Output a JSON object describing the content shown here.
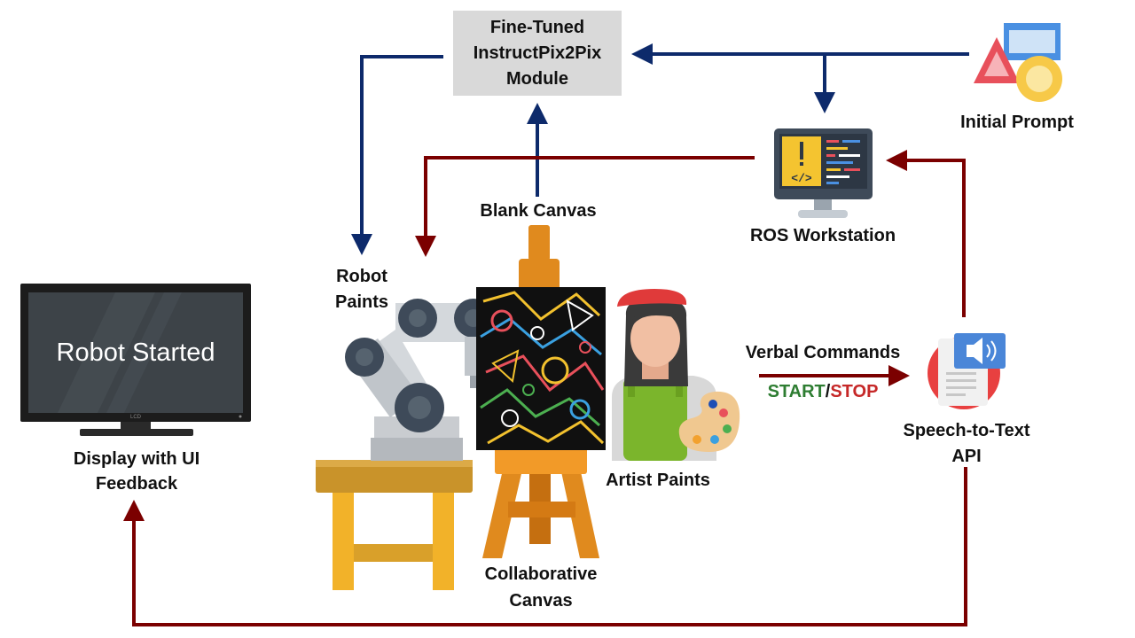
{
  "module": {
    "line1": "Fine-Tuned",
    "line2": "InstructPix2Pix",
    "line3": "Module"
  },
  "labels": {
    "initial_prompt": "Initial Prompt",
    "ros_workstation": "ROS Workstation",
    "blank_canvas": "Blank Canvas",
    "robot_paints_1": "Robot",
    "robot_paints_2": "Paints",
    "verbal_commands": "Verbal Commands",
    "start": "START",
    "slash": "/",
    "stop": "STOP",
    "speech_1": "Speech-to-Text",
    "speech_2": "API",
    "artist_paints": "Artist Paints",
    "collab_1": "Collaborative",
    "collab_2": "Canvas",
    "display_1": "Display with UI",
    "display_2": "Feedback"
  },
  "screen": {
    "text": "Robot Started",
    "brand": "LCD"
  },
  "colors": {
    "navy_arrow": "#0d2a6b",
    "red_arrow": "#7b0000",
    "start": "#2e7d32",
    "stop": "#c62828"
  },
  "icons": [
    "shapes-icon",
    "workstation-icon",
    "monitor-icon",
    "robot-arm-icon",
    "easel-icon",
    "painting-icon",
    "artist-icon",
    "palette-icon",
    "speech-to-text-icon",
    "stool-icon"
  ]
}
